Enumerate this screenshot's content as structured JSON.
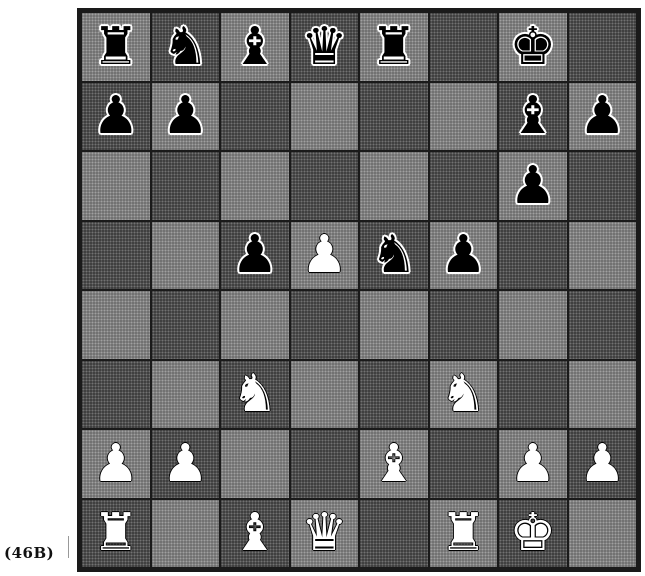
{
  "figure_label": "(46B)",
  "board": {
    "rows": [
      [
        {
          "piece": "rook",
          "color": "black",
          "glyph": "♜"
        },
        {
          "piece": "knight",
          "color": "black",
          "glyph": "♞"
        },
        {
          "piece": "bishop",
          "color": "black",
          "glyph": "♝"
        },
        {
          "piece": "queen",
          "color": "black",
          "glyph": "♛"
        },
        {
          "piece": "rook",
          "color": "black",
          "glyph": "♜"
        },
        null,
        {
          "piece": "king",
          "color": "black",
          "glyph": "♚"
        },
        null
      ],
      [
        {
          "piece": "pawn",
          "color": "black",
          "glyph": "♟"
        },
        {
          "piece": "pawn",
          "color": "black",
          "glyph": "♟"
        },
        null,
        null,
        null,
        null,
        {
          "piece": "bishop",
          "color": "black",
          "glyph": "♝"
        },
        {
          "piece": "pawn",
          "color": "black",
          "glyph": "♟"
        }
      ],
      [
        null,
        null,
        null,
        null,
        null,
        null,
        {
          "piece": "pawn",
          "color": "black",
          "glyph": "♟"
        },
        null
      ],
      [
        null,
        null,
        {
          "piece": "pawn",
          "color": "black",
          "glyph": "♟"
        },
        {
          "piece": "pawn",
          "color": "white",
          "glyph": "♟"
        },
        {
          "piece": "knight",
          "color": "black",
          "glyph": "♞"
        },
        {
          "piece": "pawn",
          "color": "black",
          "glyph": "♟"
        },
        null,
        null
      ],
      [
        null,
        null,
        null,
        null,
        null,
        null,
        null,
        null
      ],
      [
        null,
        null,
        {
          "piece": "knight",
          "color": "white",
          "glyph": "♞"
        },
        null,
        null,
        {
          "piece": "knight",
          "color": "white",
          "glyph": "♞"
        },
        null,
        null
      ],
      [
        {
          "piece": "pawn",
          "color": "white",
          "glyph": "♟"
        },
        {
          "piece": "pawn",
          "color": "white",
          "glyph": "♟"
        },
        null,
        null,
        {
          "piece": "bishop",
          "color": "white",
          "glyph": "♝"
        },
        null,
        {
          "piece": "pawn",
          "color": "white",
          "glyph": "♟"
        },
        {
          "piece": "pawn",
          "color": "white",
          "glyph": "♟"
        }
      ],
      [
        {
          "piece": "rook",
          "color": "white",
          "glyph": "♜"
        },
        null,
        {
          "piece": "bishop",
          "color": "white",
          "glyph": "♝"
        },
        {
          "piece": "queen",
          "color": "white",
          "glyph": "♛"
        },
        null,
        {
          "piece": "rook",
          "color": "white",
          "glyph": "♜"
        },
        {
          "piece": "king",
          "color": "white",
          "glyph": "♚"
        },
        null
      ]
    ]
  }
}
